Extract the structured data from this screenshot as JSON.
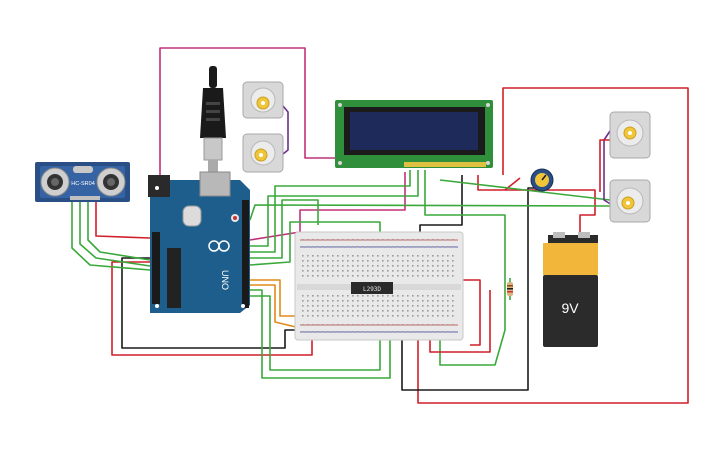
{
  "sensor": {
    "label": "HC-SR04"
  },
  "arduino": {
    "label": "UNO"
  },
  "driver_ic": {
    "label": "L293D"
  },
  "battery": {
    "label": "9V"
  },
  "colors": {
    "wire_red": "#d11f2a",
    "wire_green": "#3aa83a",
    "wire_black": "#1a1a1a",
    "wire_magenta": "#c2307a",
    "wire_purple": "#6b2f8f",
    "wire_orange": "#e08a1a",
    "arduino_board": "#1d5e8c",
    "lcd_board": "#2f8f3a",
    "lcd_screen": "#1e2a5a",
    "sensor_board": "#2a4f86",
    "battery_body": "#2b2b2b",
    "battery_top": "#f2b63a",
    "breadboard": "#e9e9e9"
  }
}
